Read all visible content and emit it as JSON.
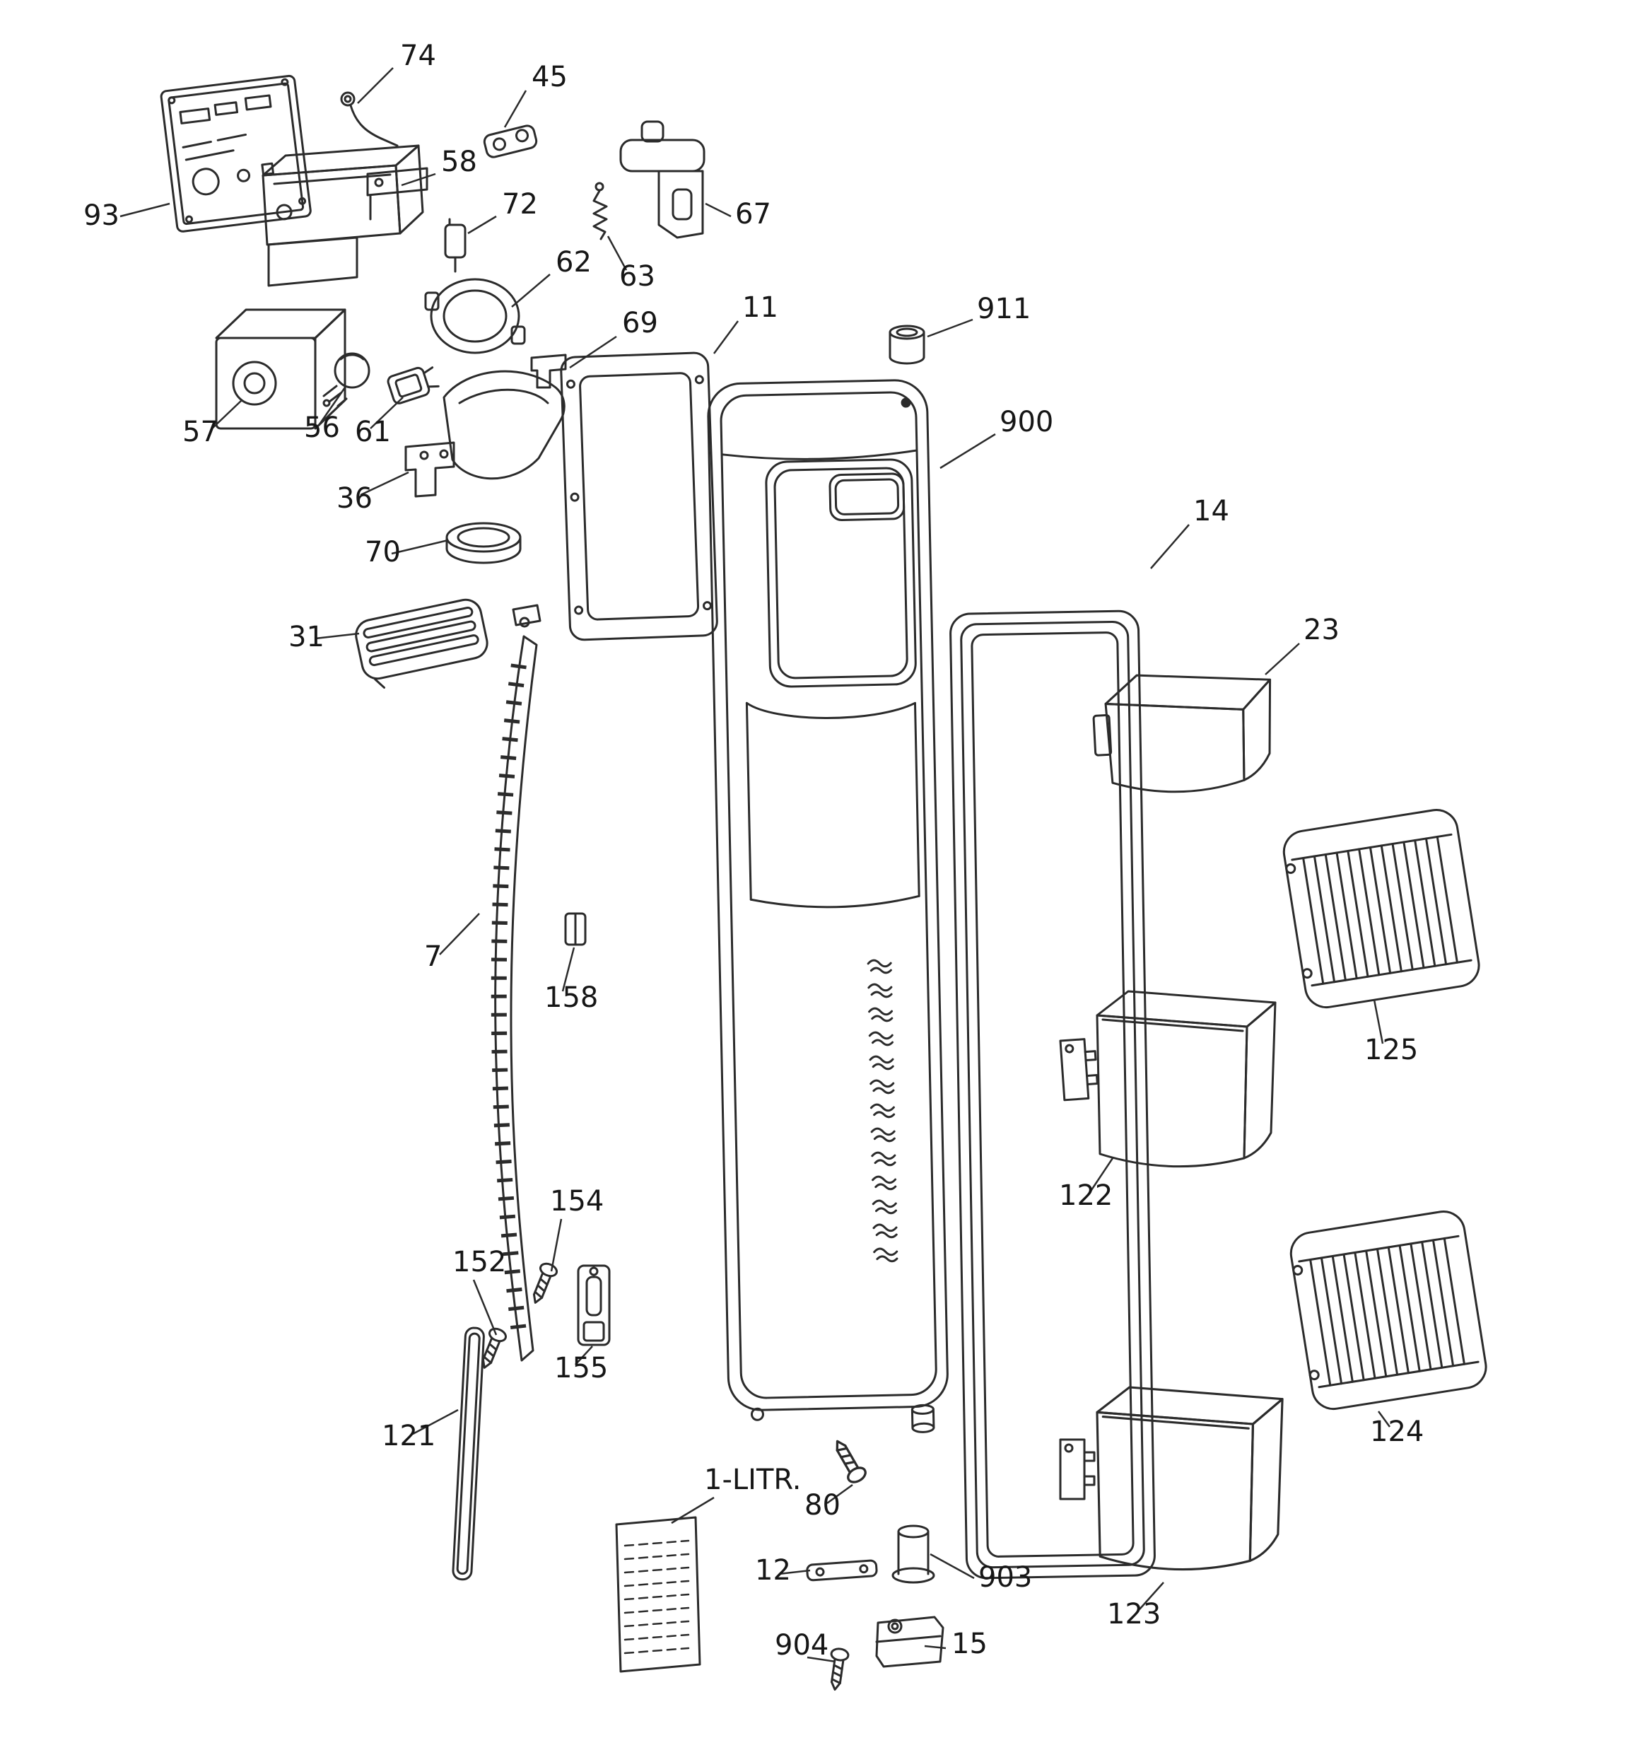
{
  "diagram": {
    "kind": "exploded-parts-diagram",
    "colors": {
      "line": "#2b2b2b",
      "background": "#ffffff",
      "text": "#161616"
    },
    "labels": {
      "p74": "74",
      "p45": "45",
      "p58": "58",
      "p72": "72",
      "p93": "93",
      "p62": "62",
      "p67": "67",
      "p63": "63",
      "p69": "69",
      "p11": "11",
      "p911": "911",
      "p900": "900",
      "p57": "57",
      "p56": "56",
      "p61": "61",
      "p36": "36",
      "p70": "70",
      "p31": "31",
      "p14": "14",
      "p23": "23",
      "p7": "7",
      "p158": "158",
      "p125": "125",
      "p122": "122",
      "p154": "154",
      "p152": "152",
      "p155": "155",
      "p121": "121",
      "p1litr": "1-LITR.",
      "p80": "80",
      "p12": "12",
      "p903": "903",
      "p904": "904",
      "p15": "15",
      "p123": "123",
      "p124": "124"
    }
  }
}
